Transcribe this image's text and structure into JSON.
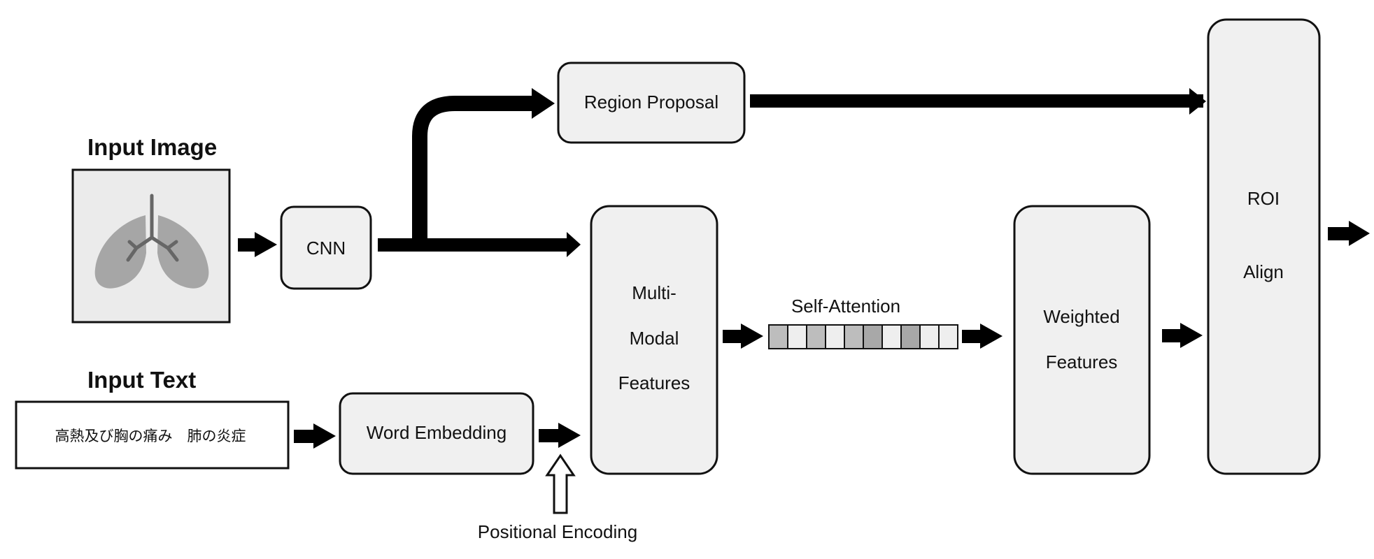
{
  "diagram": {
    "headings": {
      "input_image": "Input Image",
      "input_text": "Input Text"
    },
    "input_text_value": "高熱及び胸の痛み　肺の炎症",
    "nodes": {
      "cnn": "CNN",
      "region_proposal": "Region Proposal",
      "word_embedding": "Word Embedding",
      "multimodal": [
        "Multi-",
        "Modal",
        "Features"
      ],
      "self_attention": "Self-Attention",
      "weighted_features": [
        "Weighted",
        "Features"
      ],
      "roi_align": [
        "ROI",
        "Align"
      ],
      "positional_encoding": "Positional Encoding"
    },
    "attention_cells": [
      "#bdbdbd",
      "#eeeeee",
      "#bdbdbd",
      "#eeeeee",
      "#bdbdbd",
      "#a8a8a8",
      "#eeeeee",
      "#a8a8a8",
      "#eeeeee",
      "#eeeeee"
    ],
    "colors": {
      "box_fill": "#f0f0f0",
      "stroke": "#111111",
      "arrow": "#000000",
      "lung": "#9a9a9a",
      "image_bg": "#ebebeb"
    }
  }
}
